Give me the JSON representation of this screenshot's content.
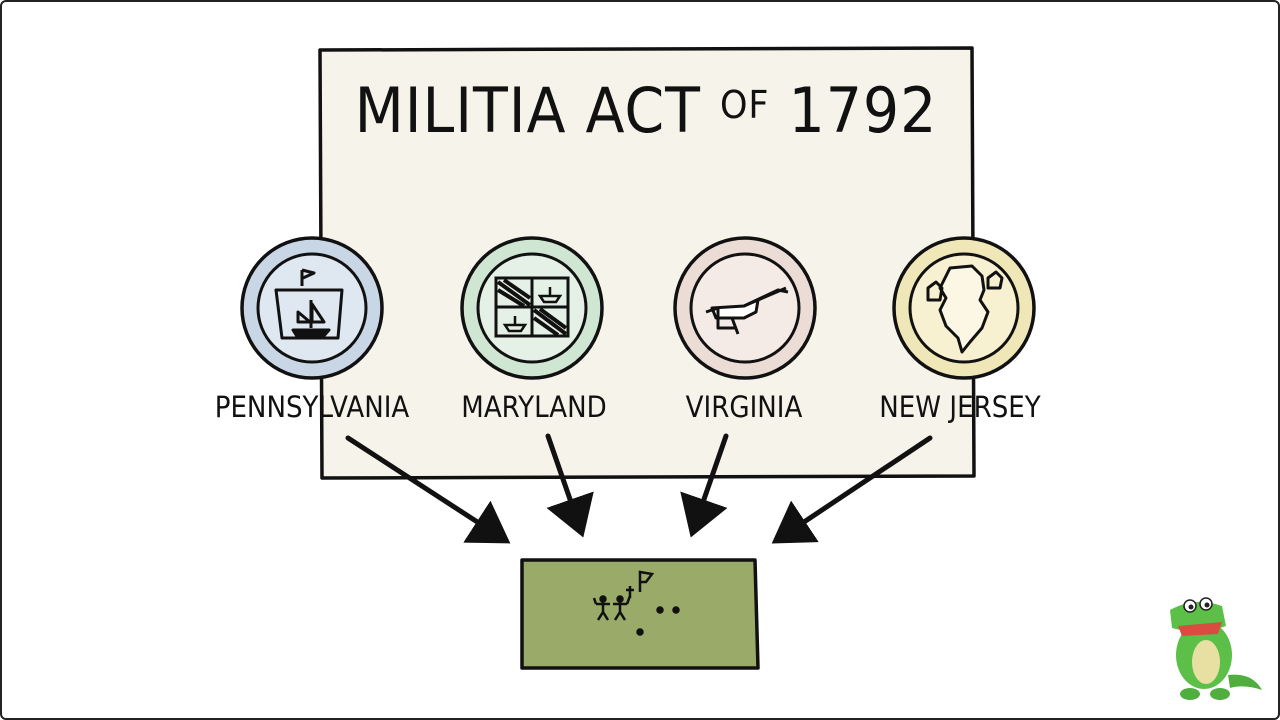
{
  "diagram": {
    "title_main": "MILITIA ACT",
    "title_of": "OF",
    "title_year": "1792",
    "states": [
      {
        "name": "PENNSYLVANIA",
        "seal": "ship-keystone-icon",
        "color": "#c9d6e6"
      },
      {
        "name": "MARYLAND",
        "seal": "maryland-flag-icon",
        "color": "#cfe6d2"
      },
      {
        "name": "VIRGINIA",
        "seal": "plow-icon",
        "color": "#ecdcd6"
      },
      {
        "name": "NEW JERSEY",
        "seal": "nj-map-icon",
        "color": "#f0e7b9"
      }
    ],
    "target_color": "#9aaa68",
    "panel_color": "#f6f4ea",
    "target_icon": "militia-soldiers-flag-icon",
    "mascot_icon": "crocodile-mascot-icon"
  }
}
